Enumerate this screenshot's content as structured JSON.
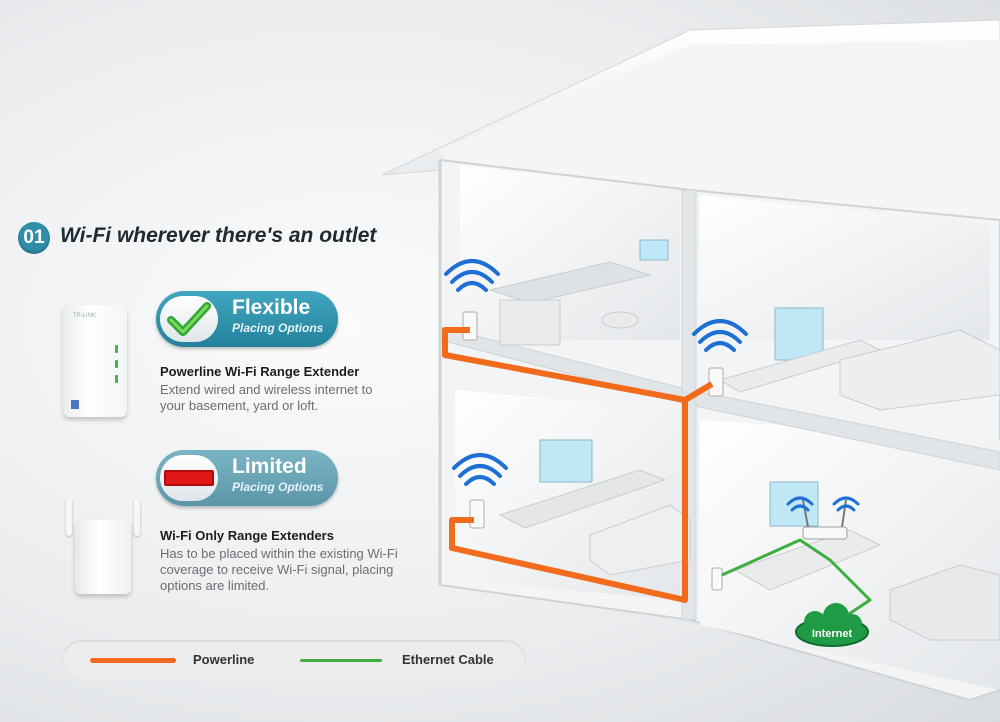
{
  "heading": {
    "step_number": "01",
    "title": "Wi-Fi wherever there's an outlet"
  },
  "options": [
    {
      "badge_title": "Flexible",
      "badge_subtitle": "Placing Options",
      "icon": "checkmark-icon",
      "title": "Powerline Wi-Fi Range Extender",
      "description": "Extend wired and wireless internet to your basement, yard or loft."
    },
    {
      "badge_title": "Limited",
      "badge_subtitle": "Placing Options",
      "icon": "red-bar-icon",
      "title": "Wi-Fi Only Range Extenders",
      "description": "Has to be placed within the existing Wi-Fi coverage to receive Wi-Fi signal, placing options are limited."
    }
  ],
  "device_brand": "TP-LINK",
  "house": {
    "internet_label": "Internet"
  },
  "legend": [
    {
      "label": "Powerline",
      "color": "#f26b1d"
    },
    {
      "label": "Ethernet Cable",
      "color": "#3fae3f"
    }
  ],
  "colors": {
    "accent": "#2f8fa8",
    "powerline": "#f26b1d",
    "ethernet": "#3fae3f",
    "wifi": "#1d6fd6",
    "internet_cloud": "#1f9a45"
  }
}
